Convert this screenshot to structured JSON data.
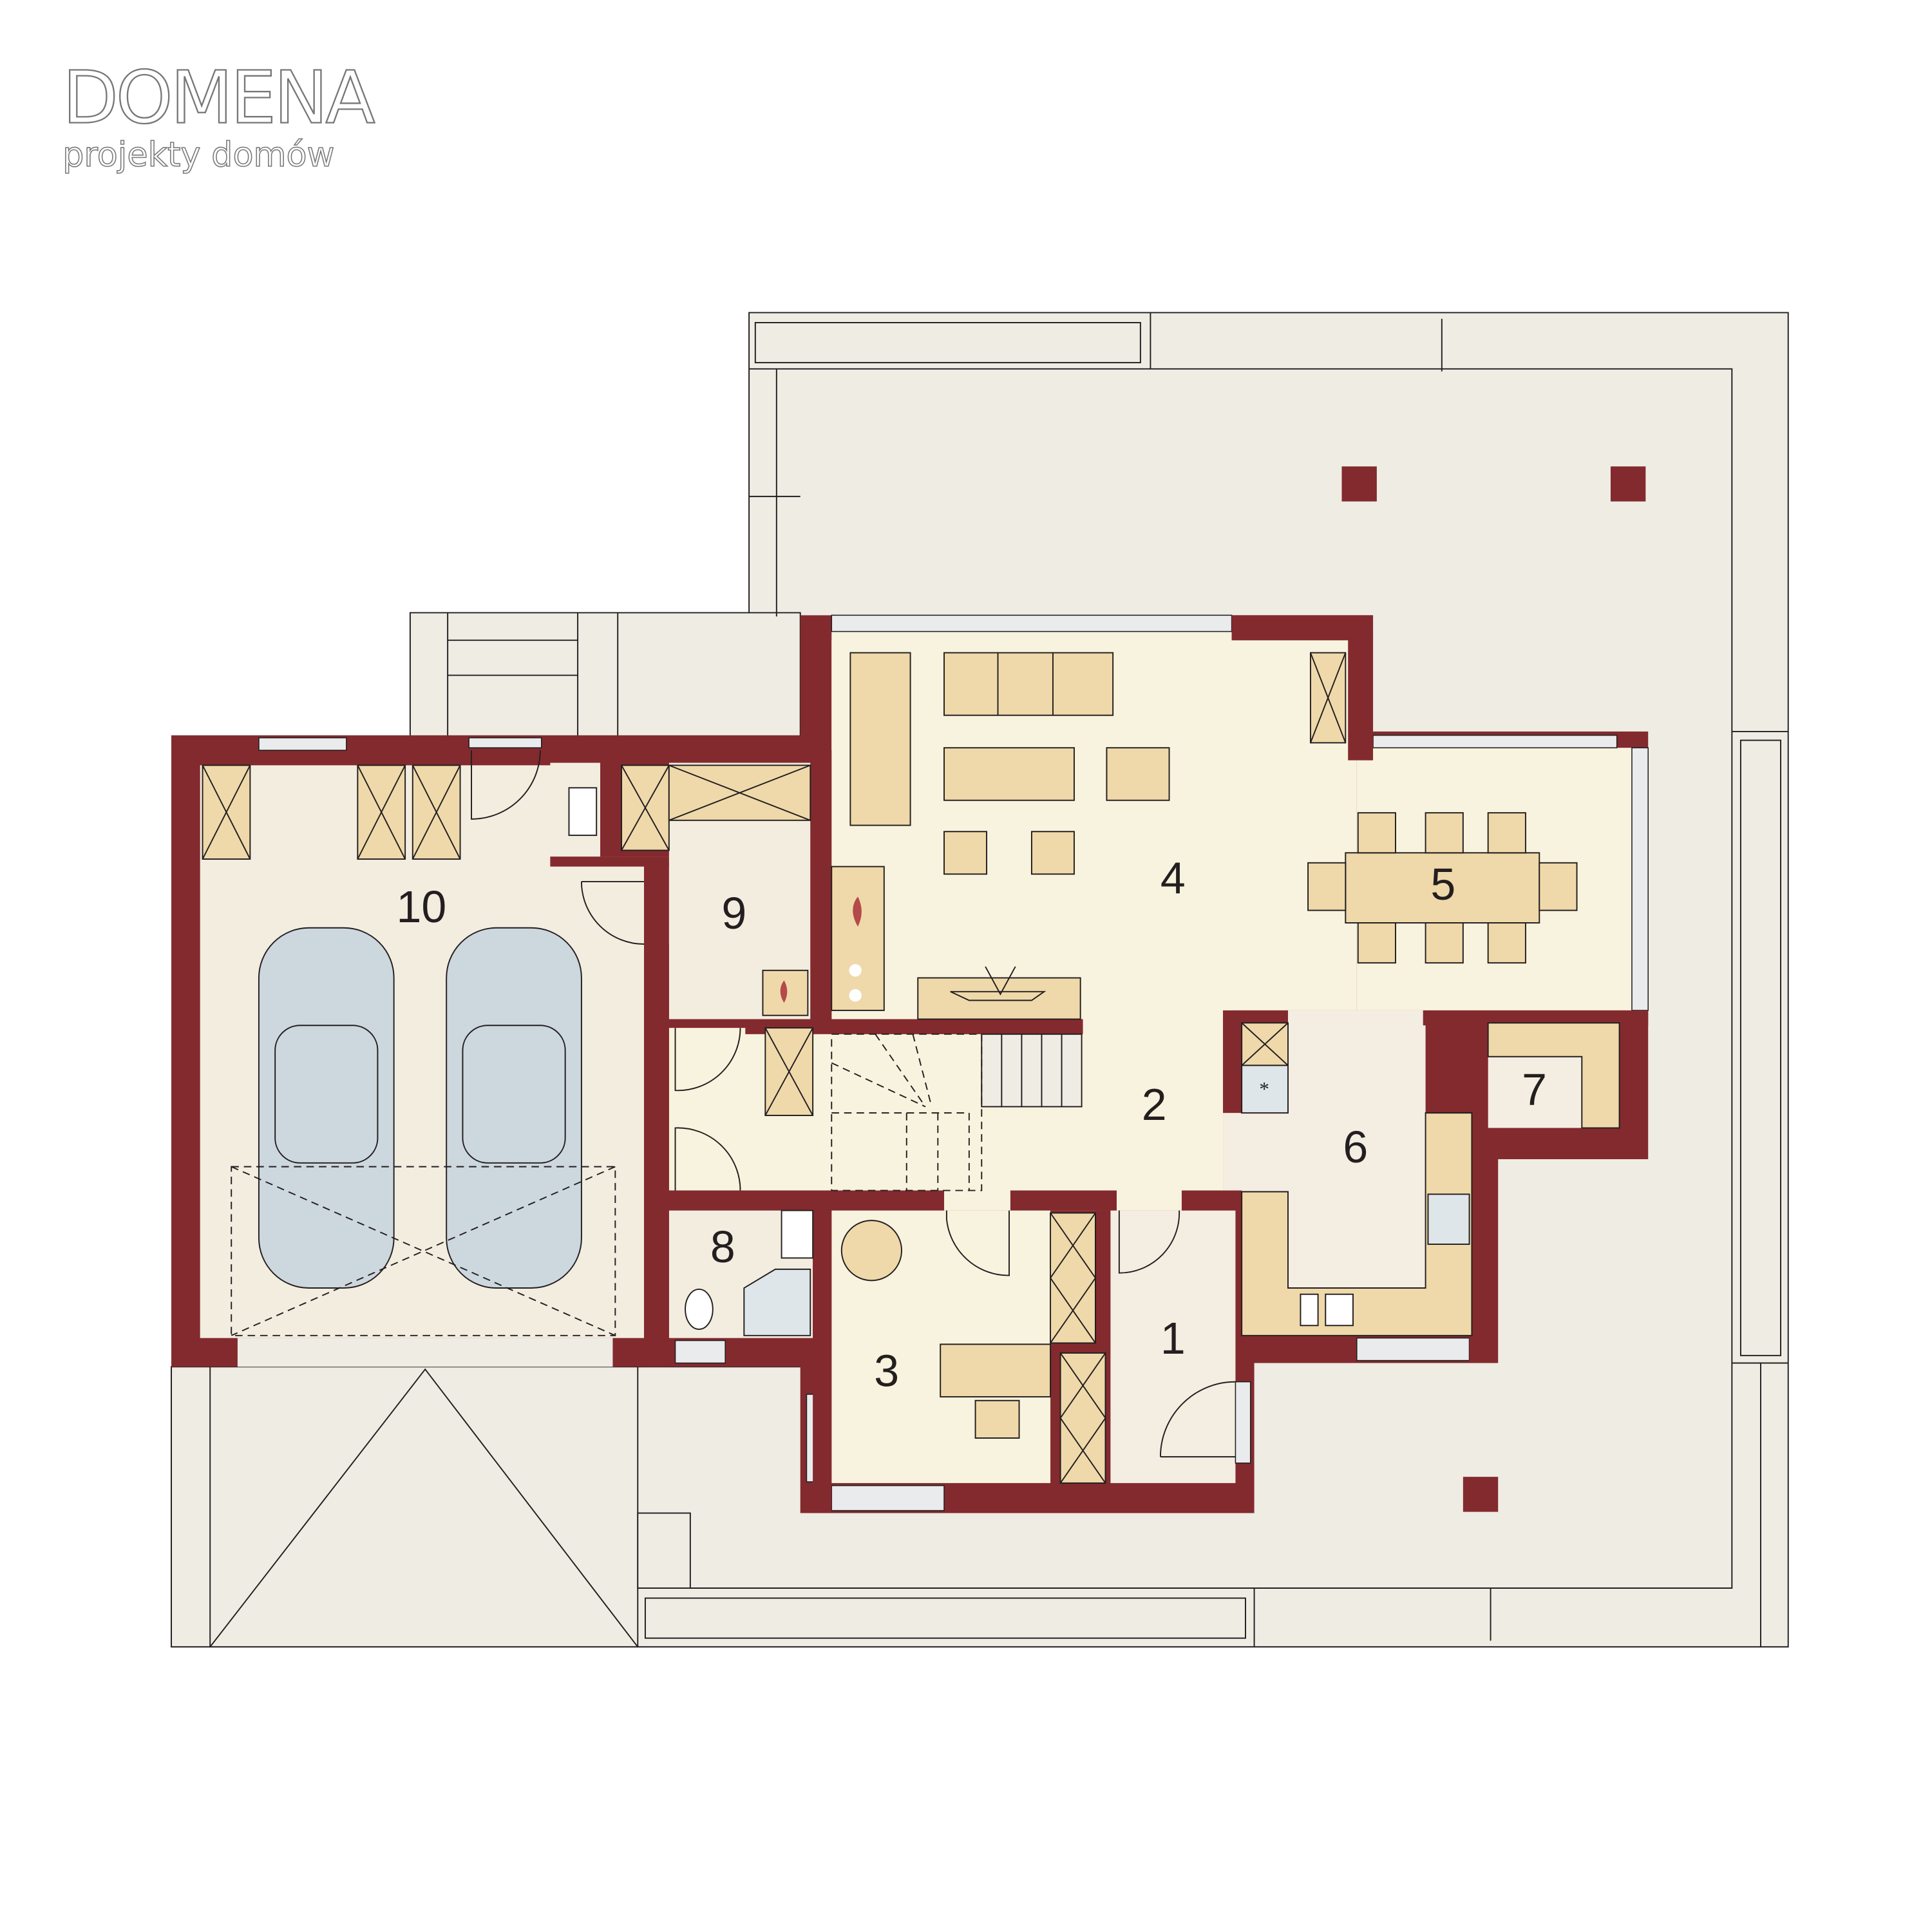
{
  "logo": {
    "name": "DOMENA",
    "tagline": "projekty domów"
  },
  "colors": {
    "wall": "#832a2e",
    "floor": "#f8f3de",
    "furniture": "#efd9aa",
    "terrace": "#efece4",
    "garage_floor": "#f3ede0",
    "car": "#cdd7de"
  },
  "rooms": [
    {
      "number": "1"
    },
    {
      "number": "2"
    },
    {
      "number": "3"
    },
    {
      "number": "4"
    },
    {
      "number": "5"
    },
    {
      "number": "6"
    },
    {
      "number": "7"
    },
    {
      "number": "8"
    },
    {
      "number": "9"
    },
    {
      "number": "10"
    }
  ]
}
